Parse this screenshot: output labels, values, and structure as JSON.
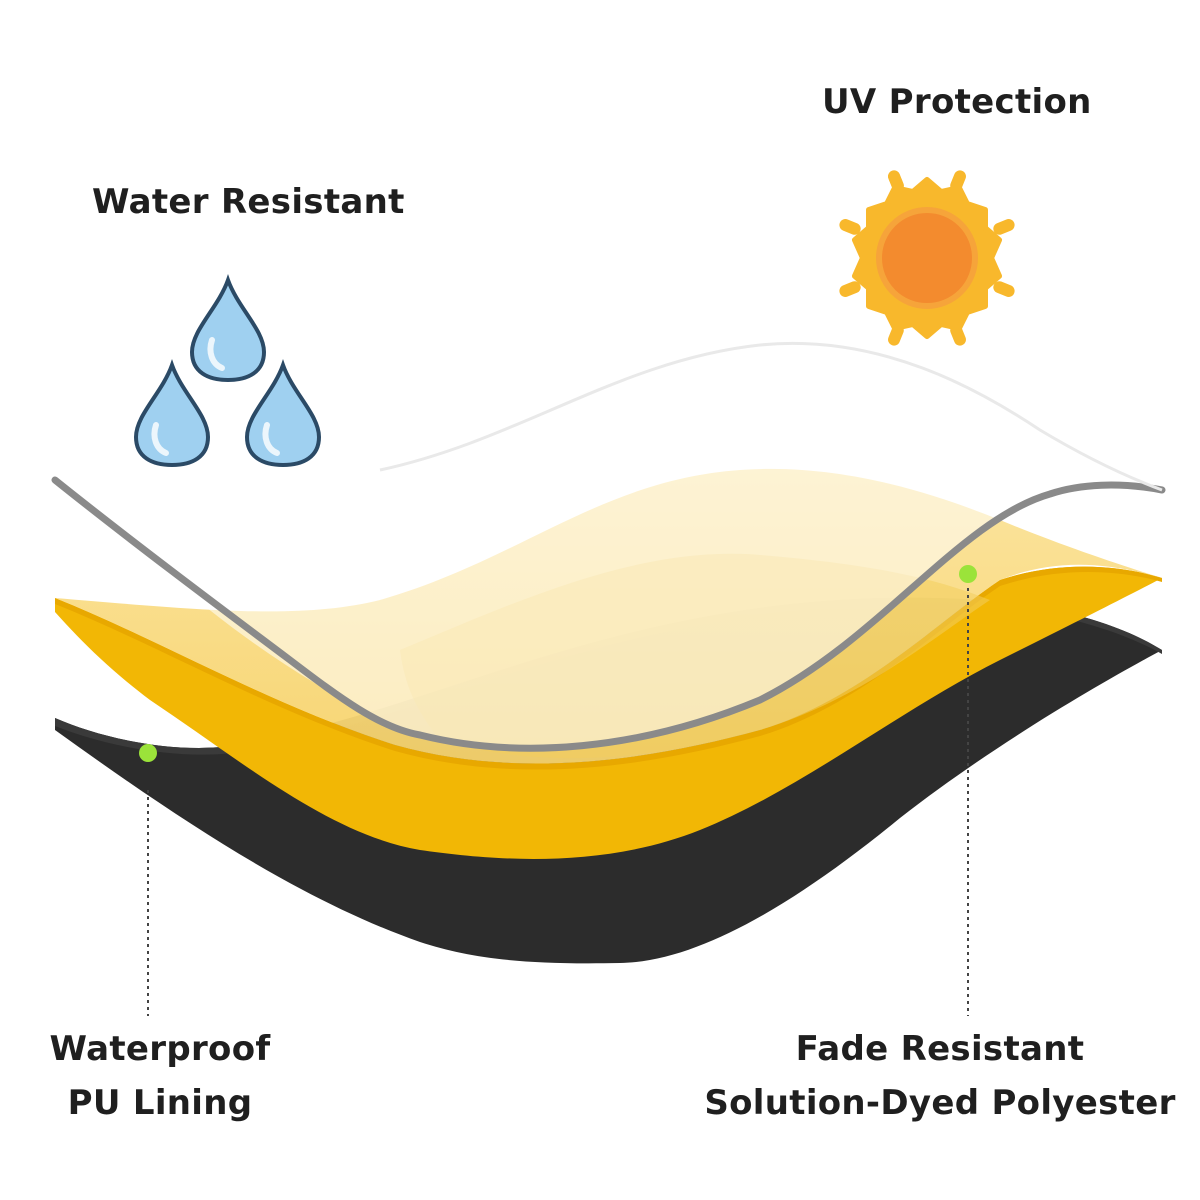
{
  "labels": {
    "water_resistant": "Water Resistant",
    "uv_protection": "UV Protection",
    "waterproof_line1": "Waterproof",
    "waterproof_line2": "PU Lining",
    "fade_line1": "Fade Resistant",
    "fade_line2": "Solution-Dyed Polyester"
  },
  "layers": [
    {
      "name": "clear-top-layer",
      "color": "#ffffff"
    },
    {
      "name": "yellow-polyester-layer",
      "color": "#f2b705"
    },
    {
      "name": "black-pu-layer",
      "color": "#2a2a2a"
    }
  ],
  "icons": {
    "water": "water-drop-icon",
    "sun": "sun-icon"
  },
  "colors": {
    "drop_fill": "#9fd0f0",
    "drop_stroke": "#2b4a66",
    "sun_outer": "#f8b82c",
    "sun_inner": "#f38b2e",
    "marker": "#9be33a"
  }
}
